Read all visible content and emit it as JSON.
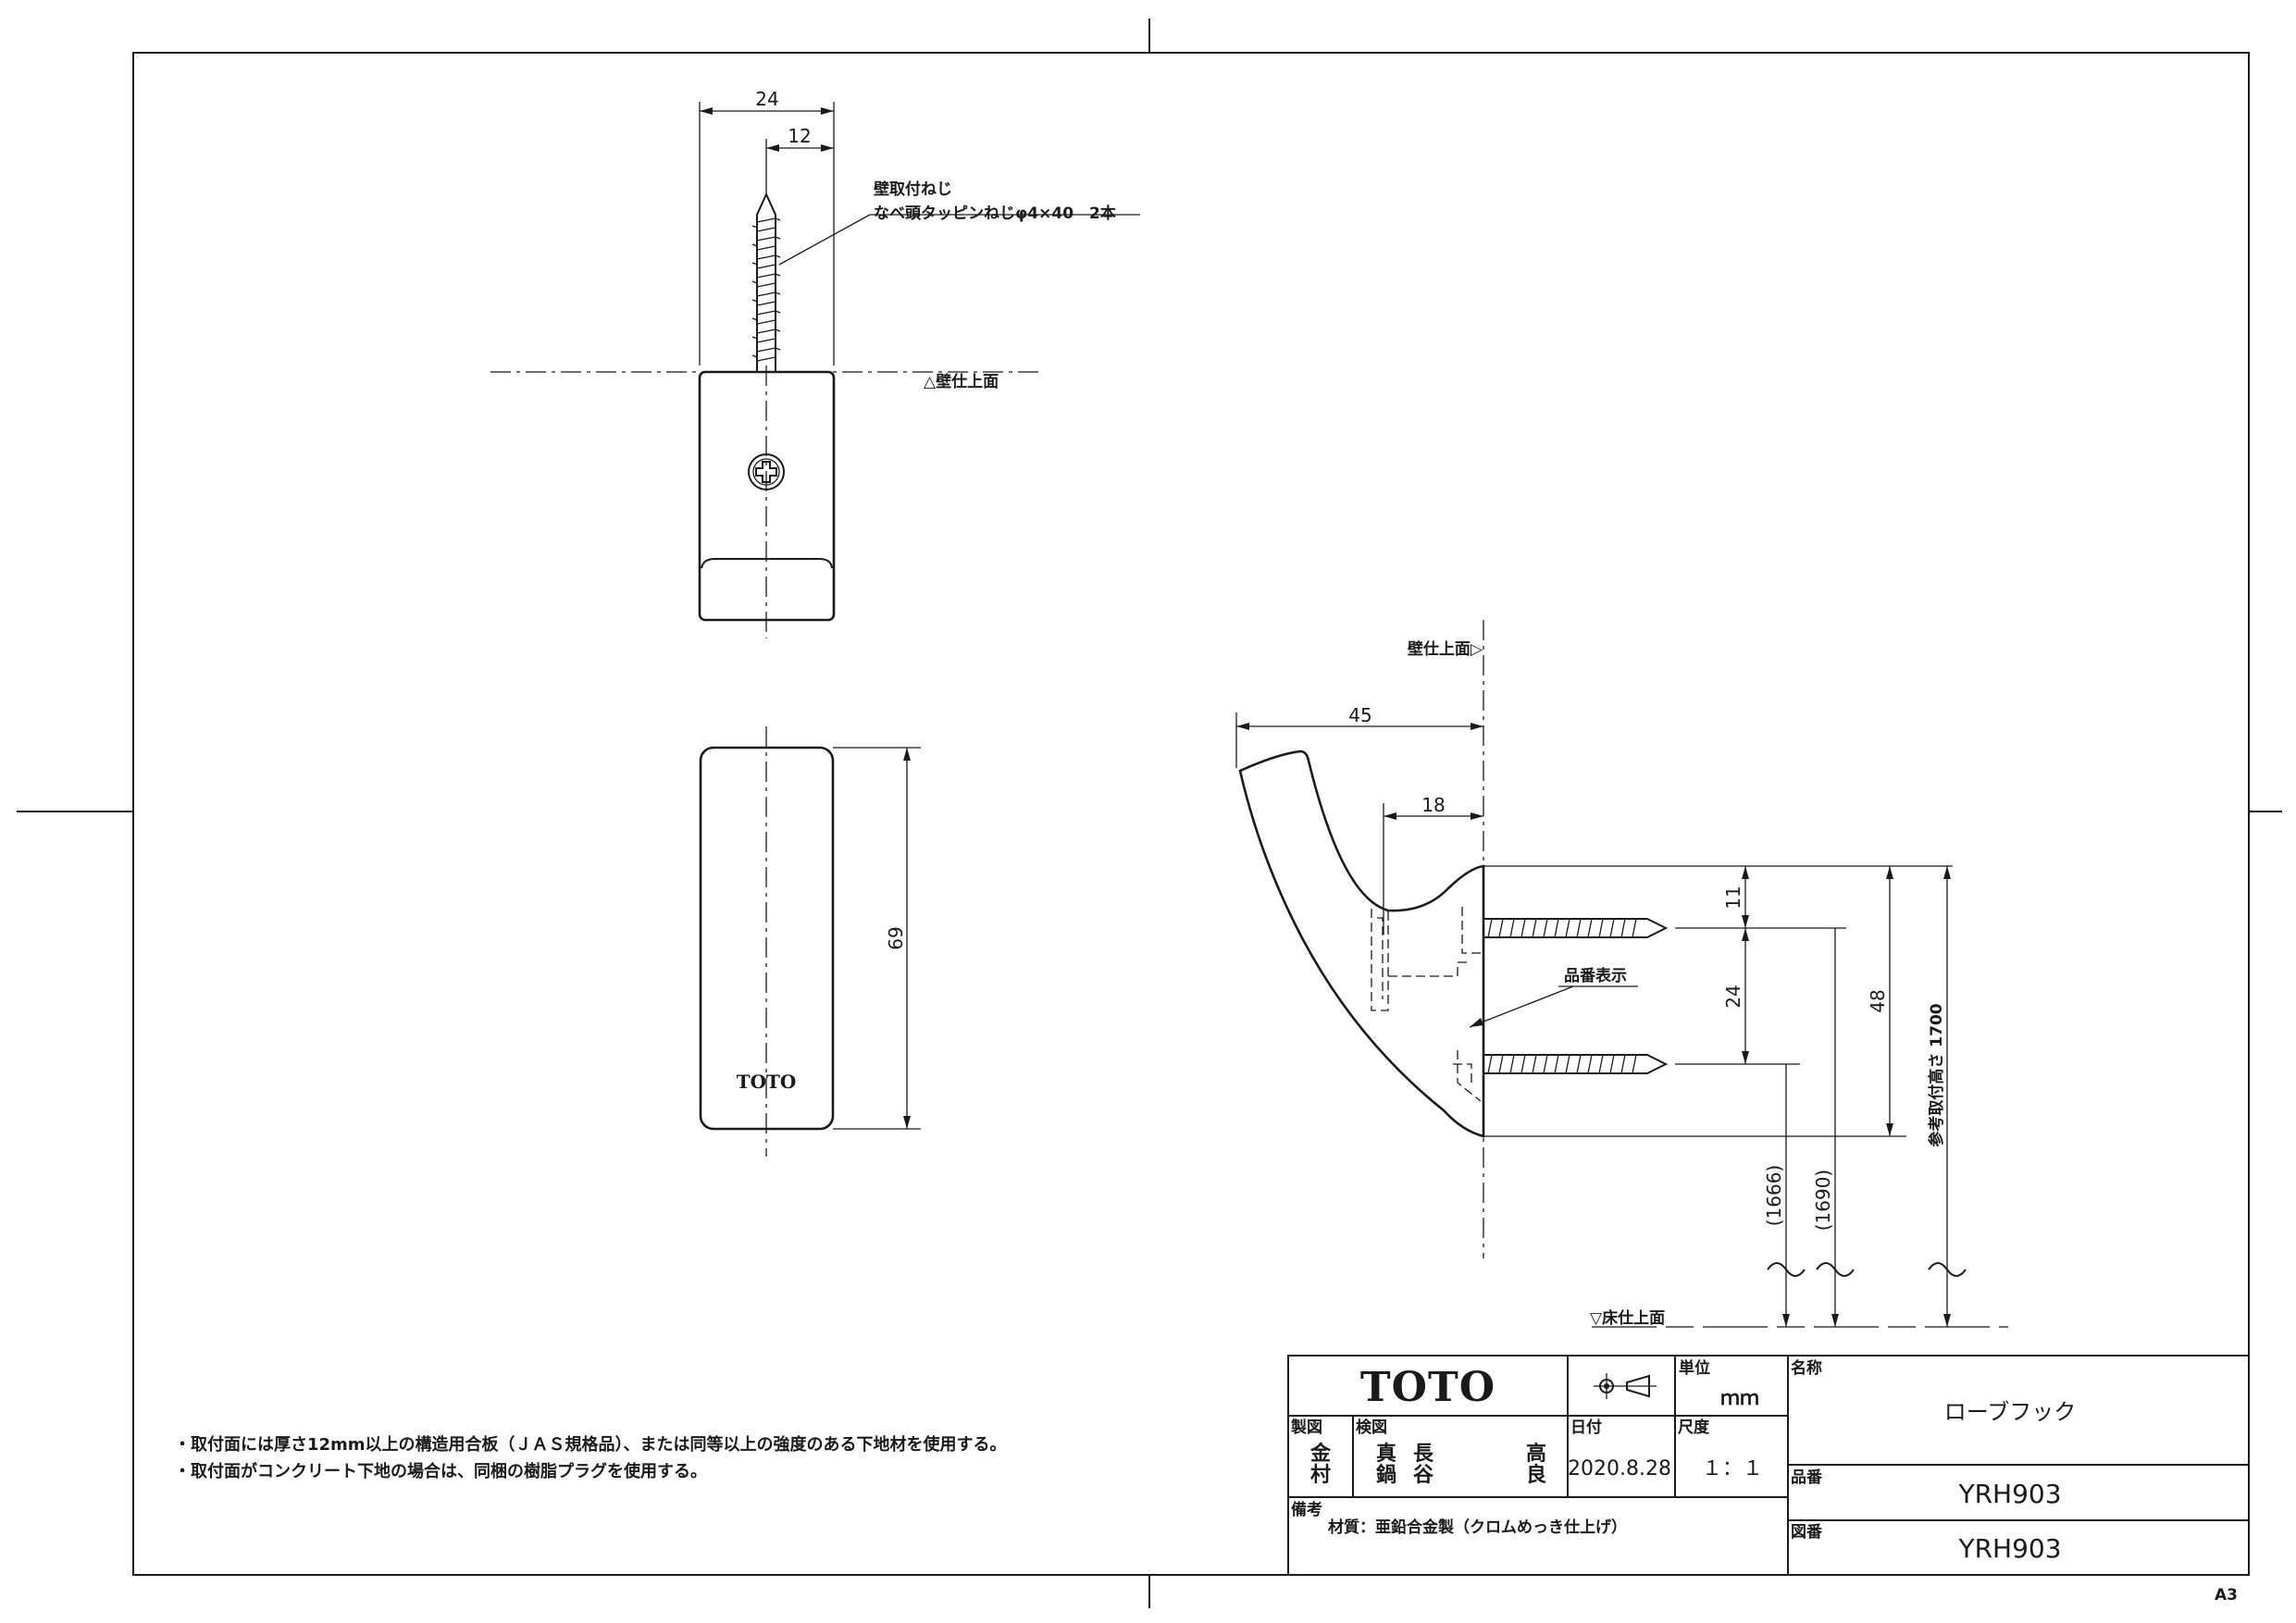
{
  "front_view": {
    "dim_width": "24",
    "dim_screw_offset": "12",
    "screw_label_line1": "壁取付ねじ",
    "screw_label_line2": "なべ頭タッピンねじφ4×40　2本",
    "wall_surface_label": "△壁仕上面"
  },
  "bottom_view": {
    "dim_height": "69",
    "logo": "TOTO"
  },
  "side_view": {
    "wall_surface_label": "壁仕上面▷",
    "dim_depth": "45",
    "dim_depth_inner": "18",
    "dim_11": "11",
    "dim_24": "24",
    "dim_48": "48",
    "ref_height": "参考取付高さ 1700",
    "height_1666": "(1666)",
    "height_1690": "(1690)",
    "part_label": "品番表示",
    "floor_label": "▽床仕上面"
  },
  "notes": [
    "・取付面には厚さ12mm以上の構造用合板（ＪＡＳ規格品）、または同等以上の強度のある下地材を使用する。",
    "・取付面がコンクリート下地の場合は、同梱の樹脂プラグを使用する。"
  ],
  "title_block": {
    "brand": "TOTO",
    "unit_label": "単位",
    "unit_value": "ｍｍ",
    "name_label": "名称",
    "name_value": "ローブフック",
    "made_label": "製図",
    "made_names": [
      "金",
      "村"
    ],
    "checked_label": "検図",
    "checked_names": [
      "真",
      "鍋",
      "長",
      "谷",
      "高",
      "良"
    ],
    "date_label": "日付",
    "date_value": "2020.8.28",
    "scale_label": "尺度",
    "scale_value": "１：１",
    "product_label": "品番",
    "product_value": "YRH903",
    "drawing_label": "図番",
    "drawing_value": "YRH903",
    "remarks_label": "備考",
    "material": "材質：亜鉛合金製（クロムめっき仕上げ）"
  },
  "sheet_size": "A3"
}
